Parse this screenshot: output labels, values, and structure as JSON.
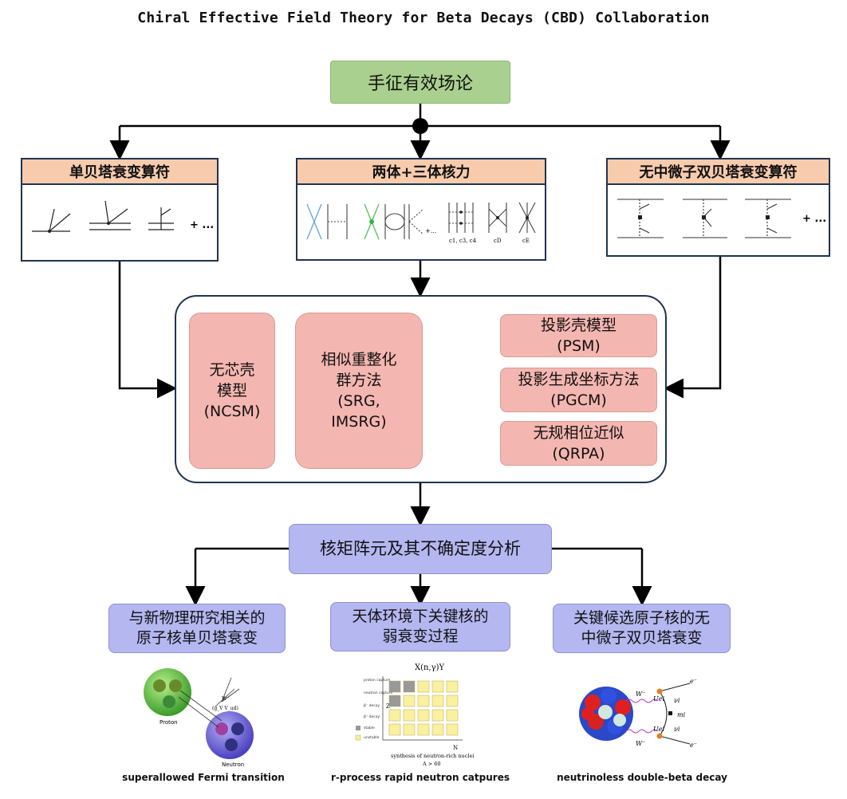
{
  "title": "Chiral Effective Field Theory for Beta Decays (CBD) Collaboration",
  "top_node": "手征有效场论",
  "panels": {
    "left": {
      "header": "单贝塔衰变算符",
      "more": "+ ..."
    },
    "center": {
      "header": "两体+三体核力",
      "labels": [
        "c1, c3, c4",
        "cD",
        "cE"
      ],
      "more": "+..."
    },
    "right": {
      "header": "无中微子双贝塔衰变算符",
      "more": "+ ..."
    }
  },
  "methods": {
    "ncsm": "无芯壳\n模型\n(NCSM)",
    "srg": "相似重整化\n群方法\n(SRG,\nIMSRG)",
    "psm": "投影壳模型\n(PSM)",
    "pgcm": "投影生成坐标方法\n(PGCM)",
    "qrpa": "无规相位近似\n(QRPA)"
  },
  "analysis": "核矩阵元及其不确定度分析",
  "applications": [
    {
      "text": "与新物理研究相关的\n原子核单贝塔衰变",
      "caption": "superallowed Fermi transition"
    },
    {
      "text": "天体环境下关键核的\n弱衰变过程",
      "caption": "r-process rapid neutron catpures"
    },
    {
      "text": "关键候选原子核的无\n中微子双贝塔衰变",
      "caption": "neutrinoless double-beta decay"
    }
  ],
  "fermi_figure": {
    "proton": "Proton",
    "neutron": "Neutron",
    "w": "W⁻",
    "vertex": "(g_V V_ud)"
  },
  "rprocess_figure": {
    "title": "X(n,γ)Y",
    "legend": [
      "proton capture",
      "neutron capture",
      "β⁻ decay",
      "β⁺ decay",
      "stable",
      "unstable"
    ],
    "z": "Z",
    "n": "N",
    "subtitle": "synthesis of neutron-rich nuclei",
    "sub2": "A > 60"
  },
  "dbd_figure": {
    "w1": "W⁻",
    "w2": "W⁻",
    "e1": "e⁻",
    "e2": "e⁻",
    "u1": "Uei",
    "u2": "Uei",
    "nu1": "νi",
    "nu2": "νi",
    "m": "mi"
  }
}
